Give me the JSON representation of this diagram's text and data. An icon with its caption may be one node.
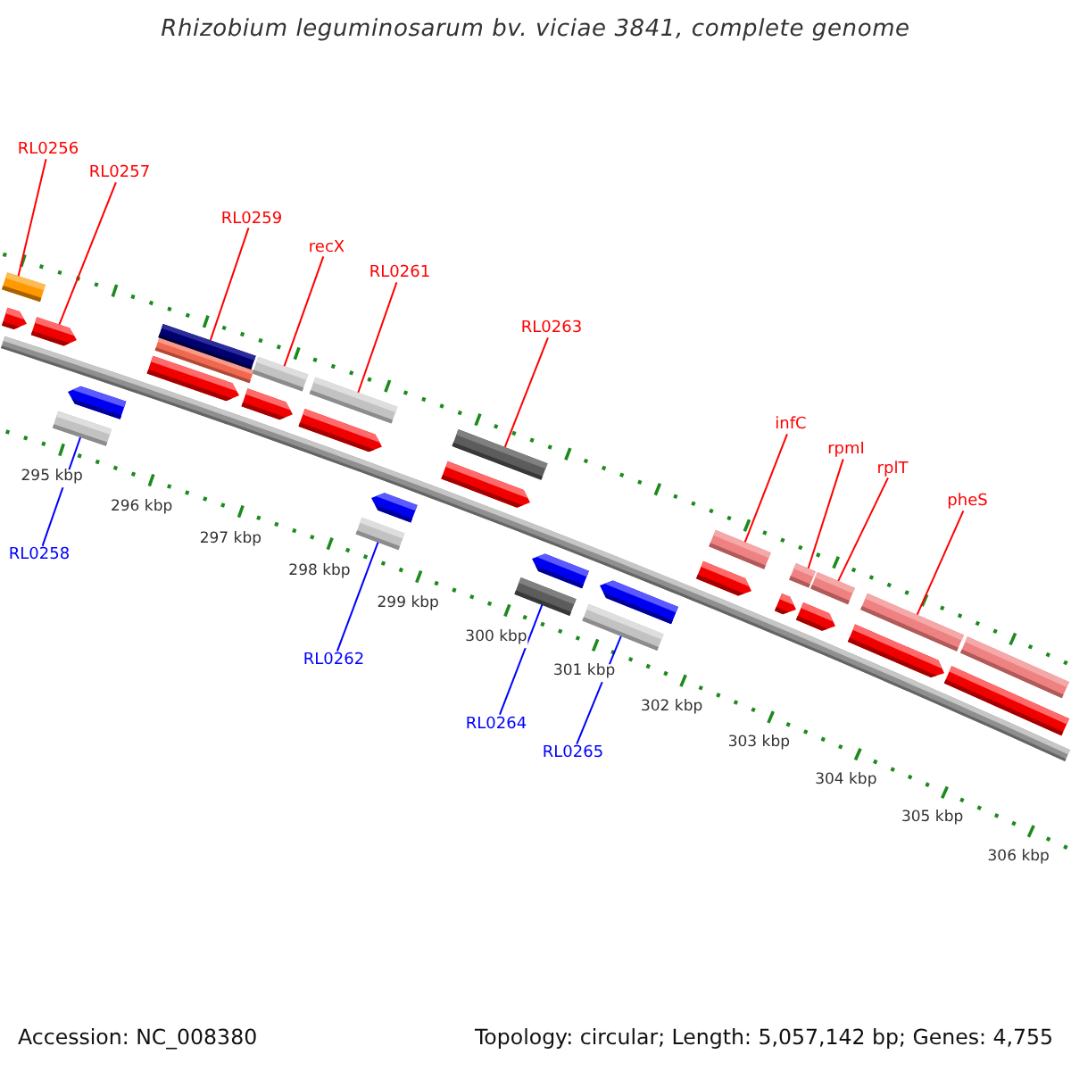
{
  "diagram": {
    "title": "Rhizobium leguminosarum bv. viciae 3841, complete genome",
    "nodes": [
      {
        "text": [
          "RL0256"
        ]
      },
      {
        "text": [
          "RL0257"
        ]
      },
      {
        "text": [
          "RL0259"
        ]
      },
      {
        "text": [
          "recX"
        ]
      },
      {
        "text": [
          "RL0261"
        ]
      },
      {
        "text": [
          "RL0263"
        ]
      },
      {
        "text": [
          "infC"
        ]
      },
      {
        "text": [
          "rpmI"
        ]
      },
      {
        "text": [
          "rplT"
        ]
      },
      {
        "text": [
          "pheS"
        ]
      },
      {
        "text": [
          "RL0258"
        ]
      },
      {
        "text": [
          "RL0262"
        ]
      },
      {
        "text": [
          "RL0264"
        ]
      },
      {
        "text": [
          "RL0265"
        ]
      },
      {
        "text": [],
        "shape": "bar"
      },
      {
        "text": [],
        "shape": "arrow"
      },
      {
        "text": [],
        "shape": "arrow"
      },
      {
        "text": [],
        "shape": "bar"
      },
      {
        "text": [],
        "shape": "arrow"
      },
      {
        "text": [],
        "shape": "arrow"
      },
      {
        "text": [],
        "shape": "bar"
      },
      {
        "text": [],
        "shape": "bar"
      },
      {
        "text": [],
        "shape": "arrow"
      },
      {
        "text": [],
        "shape": "bar"
      },
      {
        "text": [],
        "shape": "arrow"
      },
      {
        "text": [],
        "shape": "bar"
      },
      {
        "text": [],
        "shape": "bar"
      },
      {
        "text": [],
        "shape": "arrow"
      },
      {
        "text": [],
        "shape": "arrow"
      },
      {
        "text": [],
        "shape": "bar"
      },
      {
        "text": [],
        "shape": "bar"
      },
      {
        "text": [],
        "shape": "arrow"
      },
      {
        "text": [],
        "shape": "bar"
      },
      {
        "text": [],
        "shape": "arrow"
      },
      {
        "text": [],
        "shape": "arrow"
      },
      {
        "text": [],
        "shape": "bar"
      },
      {
        "text": [],
        "shape": "arrow"
      },
      {
        "text": [],
        "shape": "bar"
      },
      {
        "text": [],
        "shape": "arrow"
      },
      {
        "text": [],
        "shape": "bar"
      },
      {
        "text": [],
        "shape": "arrow"
      },
      {
        "text": [],
        "shape": "bar"
      },
      {
        "text": [],
        "shape": "bar"
      },
      {
        "text": [],
        "shape": "bar"
      }
    ],
    "edges": [
      {
        "from": 0,
        "to": 14,
        "arrow": "none"
      },
      {
        "from": 1,
        "to": 16,
        "arrow": "none"
      },
      {
        "from": 2,
        "to": 21,
        "arrow": "none"
      },
      {
        "from": 3,
        "to": 23,
        "arrow": "none"
      },
      {
        "from": 4,
        "to": 25,
        "arrow": "none"
      },
      {
        "from": 5,
        "to": 29,
        "arrow": "none"
      },
      {
        "from": 6,
        "to": 35,
        "arrow": "none"
      },
      {
        "from": 7,
        "to": 37,
        "arrow": "none"
      },
      {
        "from": 8,
        "to": 39,
        "arrow": "none"
      },
      {
        "from": 9,
        "to": 41,
        "arrow": "none"
      },
      {
        "from": 10,
        "to": 17,
        "arrow": "none",
        "color": "#0000ff"
      },
      {
        "from": 11,
        "to": 26,
        "arrow": "none",
        "color": "#0000ff"
      },
      {
        "from": 12,
        "to": 30,
        "arrow": "none",
        "color": "#0000ff"
      },
      {
        "from": 13,
        "to": 32,
        "arrow": "none",
        "color": "#0000ff"
      }
    ],
    "labels": [
      "295 kbp",
      "296 kbp",
      "297 kbp",
      "298 kbp",
      "299 kbp",
      "300 kbp",
      "301 kbp",
      "302 kbp",
      "303 kbp",
      "304 kbp",
      "305 kbp",
      "306 kbp",
      "Accession: NC_008380",
      "Topology: circular; Length: 5,057,142 bp; Genes: 4,755"
    ]
  }
}
